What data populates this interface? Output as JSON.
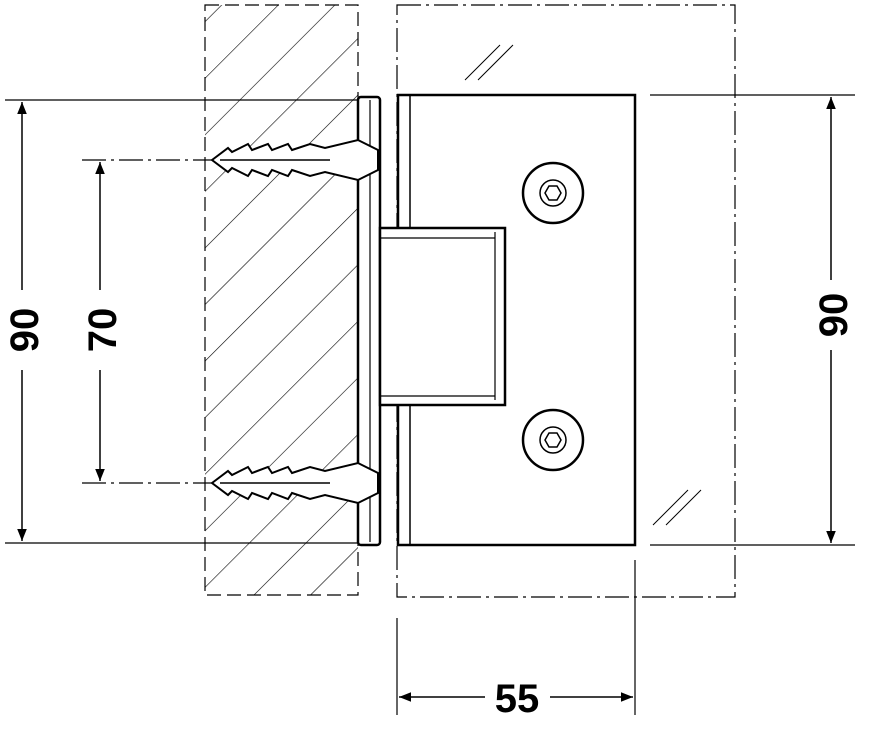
{
  "drawing": {
    "dimensions": {
      "left_outer_height": "90",
      "left_screw_spacing": "70",
      "right_height": "90",
      "bottom_width": "55"
    },
    "colors": {
      "line": "#000000",
      "background": "#ffffff"
    }
  }
}
